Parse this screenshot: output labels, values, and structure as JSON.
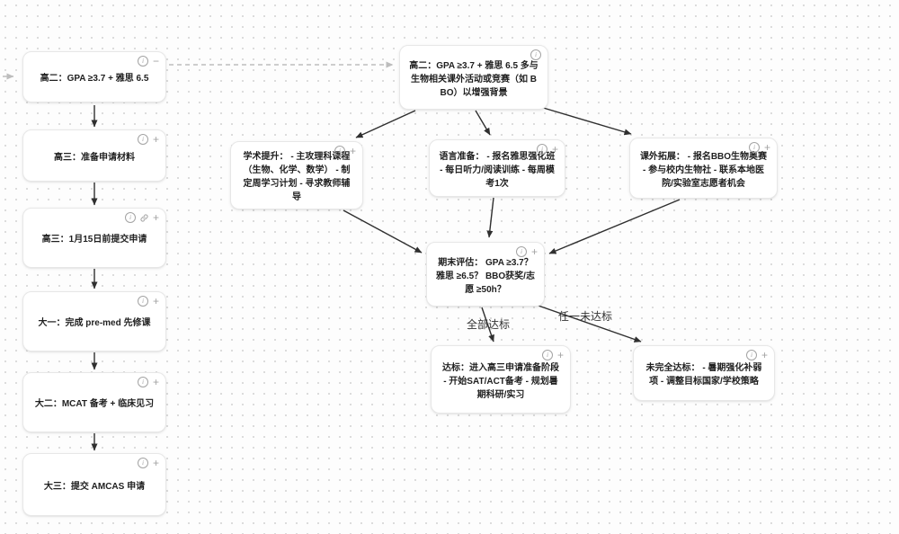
{
  "glyphs": {
    "info": "i",
    "plus": "+",
    "minus": "−"
  },
  "colors": {
    "edge": "#2f2f2f",
    "dashed_edge": "#bdbdbd",
    "node_border": "#e7e7e7",
    "icon": "#a3a3a3"
  },
  "nodes": {
    "l1": {
      "text": "高二：GPA ≥3.7 + 雅思 6.5"
    },
    "l2": {
      "text": "高三：准备申请材料"
    },
    "l3": {
      "text": "高三：1月15日前提交申请"
    },
    "l4": {
      "text": "大一：完成 pre-med 先修课"
    },
    "l5": {
      "text": "大二：MCAT 备考 + 临床见习"
    },
    "l6": {
      "text": "大三：提交 AMCAS 申请"
    },
    "c1": {
      "text": "高二：GPA ≥3.7 + 雅思 6.5 多与生物相关课外活动或竞赛（如 BBO）以增强背景"
    },
    "b1": {
      "text": "学术提升： - 主攻理科课程（生物、化学、数学） - 制定周学习计划 - 寻求教师辅导"
    },
    "b2": {
      "text": "语言准备： - 报名雅思强化班 - 每日听力/阅读训练 - 每周模考1次"
    },
    "b3": {
      "text": "课外拓展： - 报名BBO生物奥赛 - 参与校内生物社 - 联系本地医院/实验室志愿者机会"
    },
    "e1": {
      "text": "期末评估： GPA ≥3.7？ 雅思 ≥6.5？ BBO获奖/志愿 ≥50h？"
    },
    "r1": {
      "text": "达标：进入高三申请准备阶段 - 开始SAT/ACT备考 - 规划暑期科研/实习"
    },
    "r2": {
      "text": "未完全达标： - 暑期强化补弱项 - 调整目标国家/学校策略"
    }
  },
  "edge_labels": {
    "pass": "全部达标",
    "fail": "任一未达标"
  }
}
